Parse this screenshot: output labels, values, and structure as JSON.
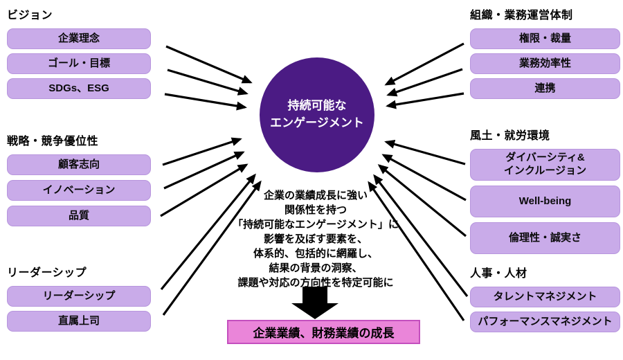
{
  "colors": {
    "box_fill": "#c9abe9",
    "circle_fill": "#4b1b84",
    "outcome_fill": "#ea85d9",
    "outcome_border": "#c44fbe",
    "arrow": "#000000"
  },
  "circle": {
    "label": "持続可能な\nエンゲージメント"
  },
  "description": "企業の業績成長に強い\n関係性を持つ\n「持続可能なエンゲージメント」に\n影響を及ぼす要素を、\n体系的、包括的に網羅し、\n結果の背景の洞察、\n課題や対応の方向性を特定可能に",
  "outcome": "企業業績、財務業績の成長",
  "groups": [
    {
      "title": "ビジョン",
      "items": [
        "企業理念",
        "ゴール・目標",
        "SDGs、ESG"
      ]
    },
    {
      "title": "戦略・競争優位性",
      "items": [
        "顧客志向",
        "イノベーション",
        "品質"
      ]
    },
    {
      "title": "リーダーシップ",
      "items": [
        "リーダーシップ",
        "直属上司"
      ]
    },
    {
      "title": "組織・業務運営体制",
      "items": [
        "権限・裁量",
        "業務効率性",
        "連携"
      ]
    },
    {
      "title": "風土・就労環境",
      "items": [
        "ダイバーシティ&\nインクルージョン",
        "Well-being",
        "倫理性・誠実さ"
      ]
    },
    {
      "title": "人事・人材",
      "items": [
        "タレントマネジメント",
        "パフォーマンスマネジメント"
      ]
    }
  ]
}
